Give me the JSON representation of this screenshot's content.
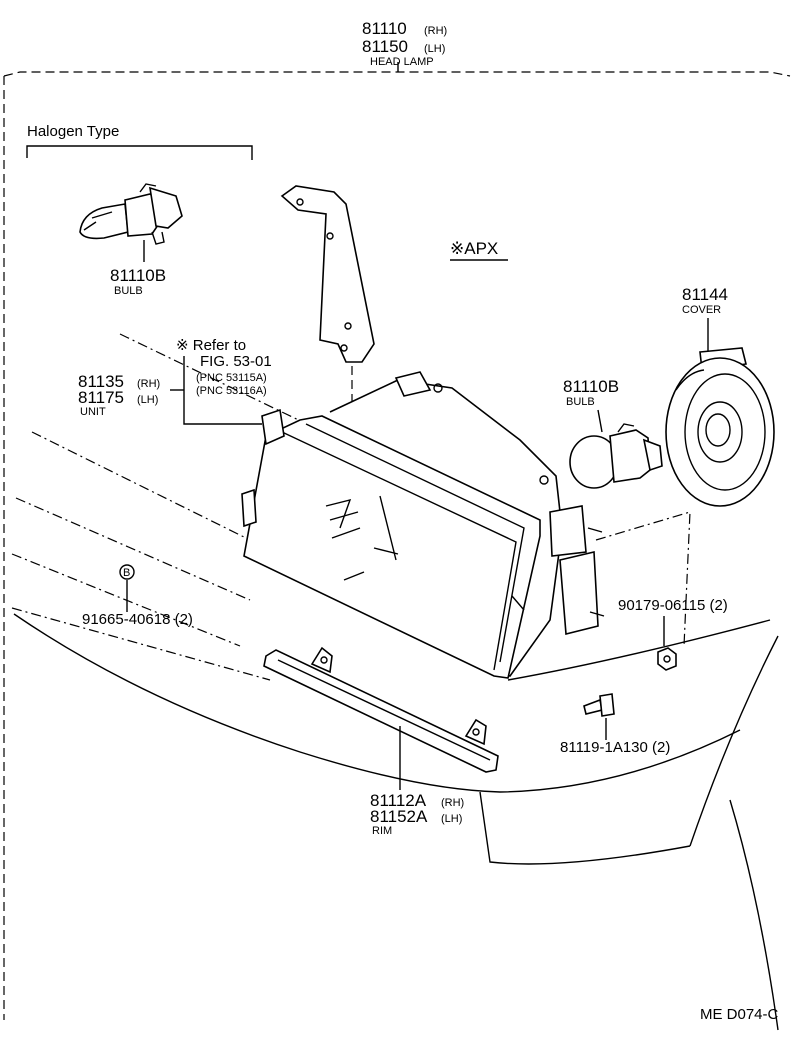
{
  "head_lamp": {
    "part_rh": "81110",
    "part_lh": "81150",
    "rh": "(RH)",
    "lh": "(LH)",
    "name": "HEAD LAMP"
  },
  "halogen": {
    "type_label": "Halogen Type",
    "bulb_part": "81110B",
    "bulb_name": "BULB"
  },
  "apx_label": "※APX",
  "cover": {
    "part": "81144",
    "name": "COVER"
  },
  "bulb_right": {
    "part": "81110B",
    "name": "BULB"
  },
  "refer": {
    "line1": "※ Refer to",
    "line2": "FIG. 53-01",
    "pnc1": "(PNC 53115A)",
    "pnc2": "(PNC 53116A)"
  },
  "unit": {
    "part_rh": "81135",
    "part_lh": "81175",
    "rh": "(RH)",
    "lh": "(LH)",
    "name": "UNIT"
  },
  "screw_b": {
    "marker": "B",
    "part": "91665-40618 (2)"
  },
  "nut": {
    "part": "90179-06115 (2)"
  },
  "bolt": {
    "part": "81119-1A130 (2)"
  },
  "rim": {
    "part_rh": "81112A",
    "part_lh": "81152A",
    "rh": "(RH)",
    "lh": "(LH)",
    "name": "RIM"
  },
  "figure_code": "ME  D074-C"
}
